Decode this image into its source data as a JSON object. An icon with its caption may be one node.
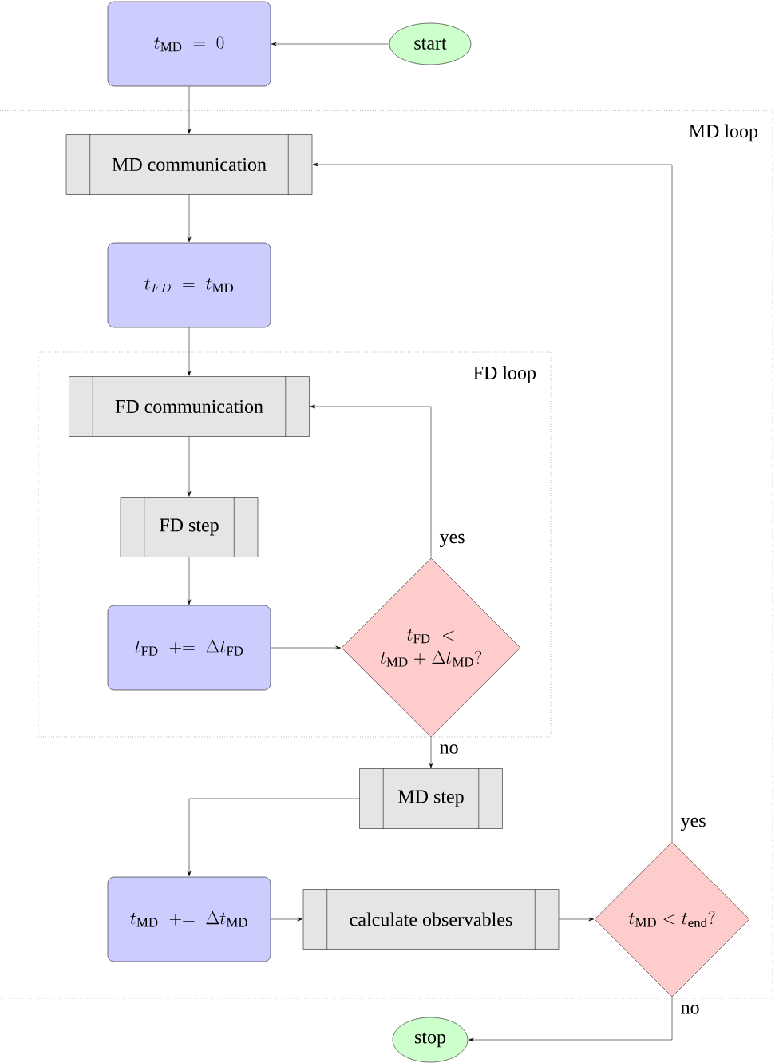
{
  "diagram": {
    "nodes": [
      {
        "text": [
          "t_{\\mathrm{MD}}\\;=\\;0"
        ]
      },
      {
        "text": [
          "start"
        ]
      },
      {
        "text": [
          "MD loop"
        ]
      },
      {
        "text": [
          "MD communication"
        ],
        "in": 2
      },
      {
        "text": [
          "t_{FD}\\;=\\;t_{\\mathrm{MD}}"
        ],
        "in": 2
      },
      {
        "text": [
          "FD loop"
        ],
        "in": 2
      },
      {
        "text": [
          "FD communication"
        ],
        "in": 5
      },
      {
        "text": [
          "FD step"
        ],
        "in": 5
      },
      {
        "text": [
          "t_{\\mathrm{FD}}\\;\\mathrel{+}=\\;\\Delta t_{\\mathrm{FD}}"
        ],
        "in": 5
      },
      {
        "text": [
          "t_{\\mathrm{FD}} < t_{\\mathrm{MD}} + \\Delta t_{\\mathrm{MD}}?"
        ],
        "in": 5
      },
      {
        "text": [
          "MD step"
        ],
        "in": 2
      },
      {
        "text": [
          "t_{\\mathrm{MD}}\\;\\mathrel{+}=\\;\\Delta t_{\\mathrm{MD}}"
        ],
        "in": 2
      },
      {
        "text": [
          "calculate observables"
        ],
        "in": 2
      },
      {
        "text": [
          "t_{\\mathrm{MD}} < t_{\\mathrm{end}}?"
        ],
        "in": 2
      },
      {
        "text": [
          "stop"
        ]
      }
    ],
    "edges": [
      {
        "from": 1,
        "to": 0,
        "arrow": "to"
      },
      {
        "from": 0,
        "to": 3,
        "arrow": "to"
      },
      {
        "from": 3,
        "to": 4,
        "arrow": "to"
      },
      {
        "from": 4,
        "to": 6,
        "arrow": "to"
      },
      {
        "from": 6,
        "to": 7,
        "arrow": "to"
      },
      {
        "from": 7,
        "to": 8,
        "arrow": "to"
      },
      {
        "from": 8,
        "to": 9,
        "arrow": "to"
      },
      {
        "from": 9,
        "to": 6,
        "arrow": "to",
        "label": "yes"
      },
      {
        "from": 9,
        "to": 10,
        "arrow": "to",
        "label": "no"
      },
      {
        "from": 10,
        "to": 11,
        "arrow": "to"
      },
      {
        "from": 11,
        "to": 12,
        "arrow": "to"
      },
      {
        "from": 12,
        "to": 13,
        "arrow": "to"
      },
      {
        "from": 13,
        "to": 3,
        "arrow": "to",
        "label": "yes"
      },
      {
        "from": 13,
        "to": 14,
        "arrow": "to",
        "label": "no"
      }
    ]
  }
}
